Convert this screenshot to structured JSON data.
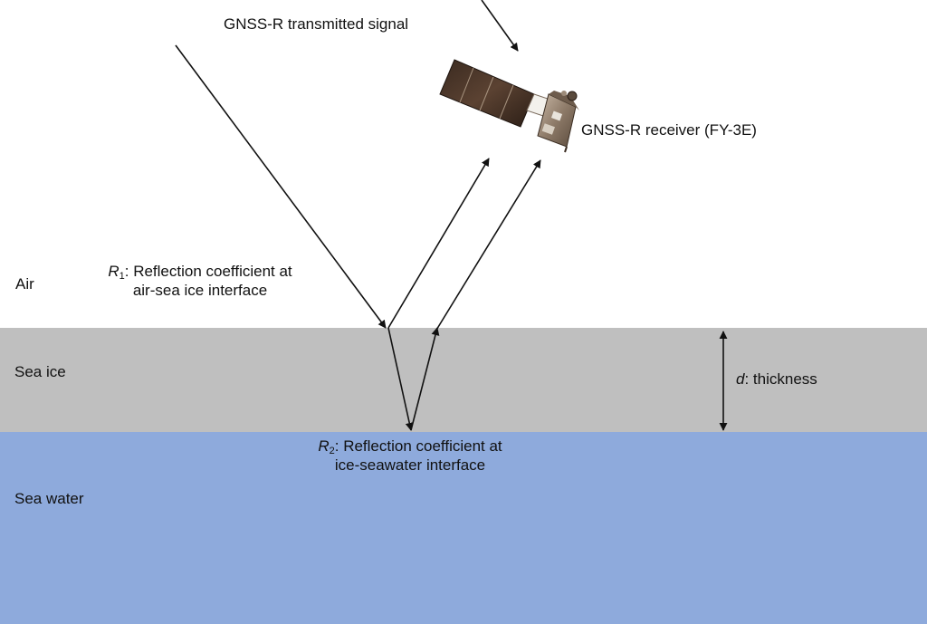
{
  "colors": {
    "air": "#ffffff",
    "sea_ice": "#bfbfbf",
    "sea_water": "#8eaadc",
    "arrow": "#111111"
  },
  "layers": {
    "air": "Air",
    "sea_ice": "Sea ice",
    "sea_water": "Sea water"
  },
  "signal": {
    "transmitted": "GNSS-R transmitted signal",
    "receiver": "GNSS-R receiver (FY-3E)"
  },
  "r1": {
    "symbol": "R",
    "subscript": "1",
    "line1": ": Reflection coefficient at",
    "line2": "air-sea ice interface"
  },
  "r2": {
    "symbol": "R",
    "subscript": "2",
    "line1": ": Reflection coefficient at",
    "line2": "ice-seawater interface"
  },
  "thickness": {
    "symbol": "d",
    "text": ": thickness"
  },
  "icons": {
    "receiver": "satellite-icon"
  }
}
